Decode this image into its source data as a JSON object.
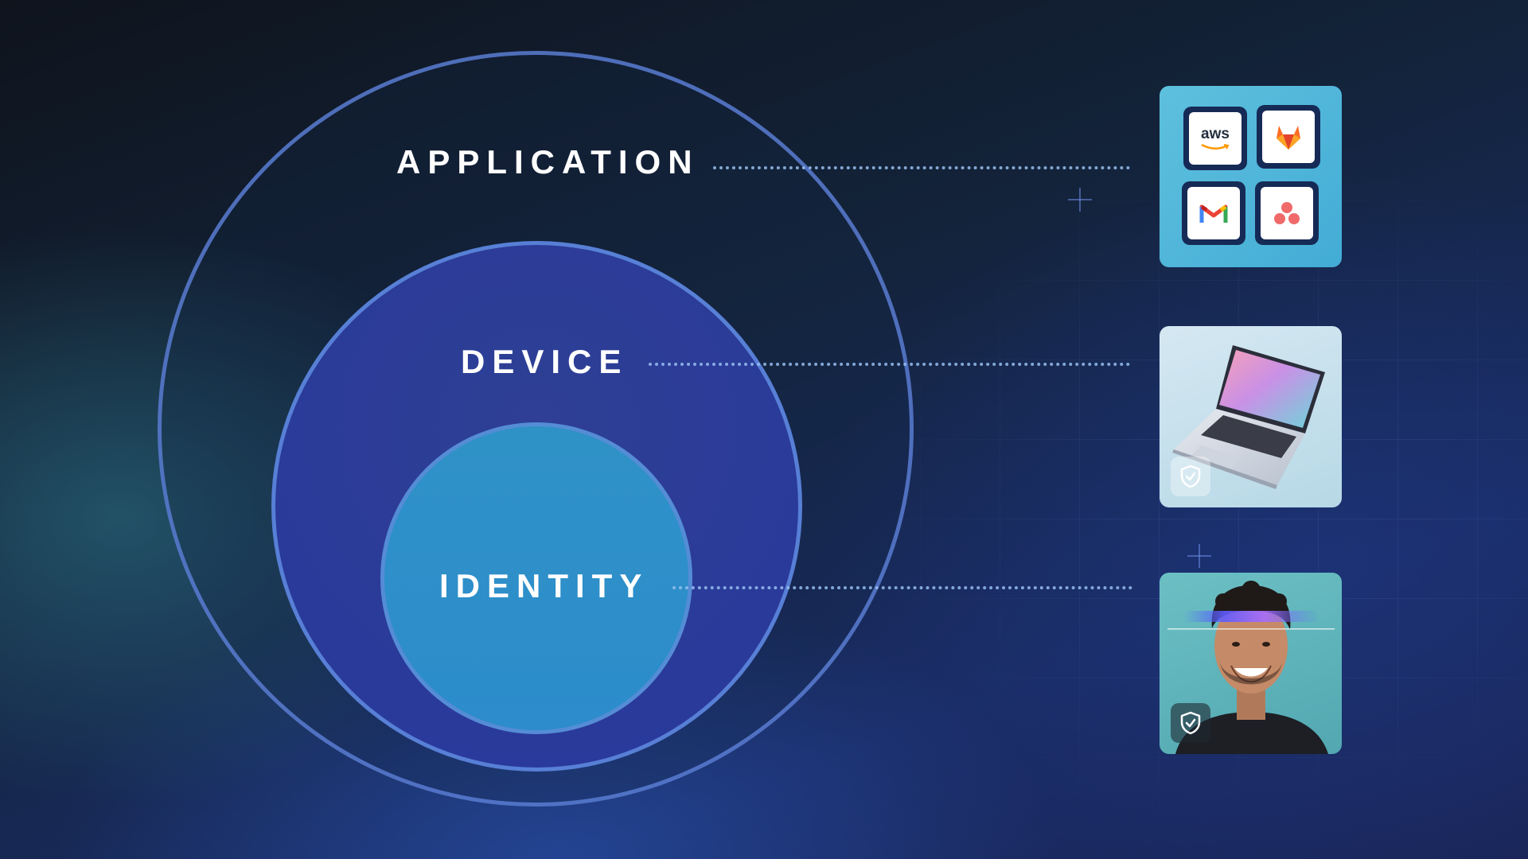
{
  "layers": [
    {
      "id": "application",
      "label": "APPLICATION"
    },
    {
      "id": "device",
      "label": "DEVICE"
    },
    {
      "id": "identity",
      "label": "IDENTITY"
    }
  ],
  "apps": [
    {
      "name": "aws",
      "text": "aws",
      "icon": "aws-logo"
    },
    {
      "name": "gitlab",
      "icon": "gitlab-fox-icon"
    },
    {
      "name": "gmail",
      "icon": "gmail-m-icon"
    },
    {
      "name": "asana",
      "icon": "asana-dots-icon"
    }
  ],
  "colors": {
    "outer_ring": "#5a7dd2",
    "middle_circle": "#2e3f94",
    "inner_circle": "#2f92c6",
    "connector": "#96bef0",
    "apps_card": "#4fb5da"
  }
}
